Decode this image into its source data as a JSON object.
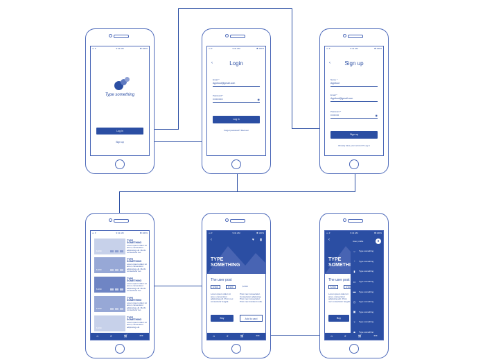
{
  "status": {
    "carrier": "••• ▾",
    "time": "9:41 AM",
    "battery": "✱ 100%"
  },
  "splash": {
    "tagline": "Type something",
    "login_button": "Log in",
    "signup_link": "Sign up"
  },
  "login": {
    "back": "‹",
    "title": "Login",
    "email_label": "Email *",
    "email_value": "Appitout@gmail.com",
    "password_label": "Password *",
    "password_value": "••••••••••••",
    "button": "Log in",
    "footer": "Forgot password? Recover"
  },
  "signup": {
    "back": "‹",
    "title": "Sign up",
    "name_label": "Name *",
    "name_value": "Appitout",
    "email_label": "Email *",
    "email_value": "Appitout@gmail.com",
    "password_label": "Password *",
    "password_value": "••••••••••",
    "button": "Sign up",
    "footer": "Already have your account? Log in"
  },
  "feed": {
    "items": [
      {
        "price": "$ 999",
        "title": "TYPE SOMETHING",
        "desc": "Lorem ipsum dolor sit amet, consectetur adipiscing elit. Morbi consectetur leo."
      },
      {
        "price": "$ 999",
        "title": "TYPE SOMETHING",
        "desc": "Lorem ipsum dolor sit amet, consectetur adipiscing elit. Morbi consectetur leo."
      },
      {
        "price": "$ 999",
        "title": "TYPE SOMETHING",
        "desc": "Lorem ipsum dolor sit amet, consectetur adipiscing elit. Morbi consectetur leo."
      },
      {
        "price": "$ 999",
        "title": "TYPE SOMETHING",
        "desc": "Lorem ipsum dolor sit amet, consectetur adipiscing elit. Morbi consectetur leo."
      },
      {
        "price": "$ 999",
        "title": "TYPE SOMETHING",
        "desc": "Lorem ipsum dolor sit amet, consectetur adipiscing elit."
      }
    ]
  },
  "post": {
    "hero_title_1": "TYPE",
    "hero_title_2": "SOMETHING",
    "subtitle": "The user post",
    "prices": [
      "$ 999",
      "$ 999",
      "$ 999"
    ],
    "desc_left": "Lorem ipsum dolor sit amet, consectetur adipiscing elit. Proin nec consectetur feugiat.",
    "desc_right": "Proin nec consectetur. Consectetur adipiscing. Proin nec consectetur. Proin nec tincidunt nulla.",
    "buy": "Buy",
    "add_to_cart": "Add to card"
  },
  "menu": {
    "header": "User profile",
    "items": [
      "Type something",
      "Type something",
      "Type something",
      "Type something",
      "Type something",
      "Type something",
      "Type something",
      "Type something",
      "Type something"
    ]
  },
  "tabbar": {
    "home": "⌂",
    "search": "⌕",
    "cart": "🛒︎",
    "more": "•••"
  },
  "colors": {
    "primary": "#2b4ea3",
    "card_light": "#c7d1ea",
    "card_mid": "#97a8d6",
    "card_dark": "#6f85c4"
  }
}
